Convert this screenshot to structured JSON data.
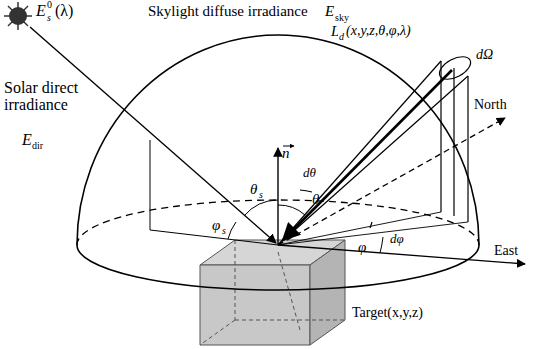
{
  "diagram": {
    "labels": [
      "E",
      "0",
      "s",
      "(λ)",
      "Skylight diffuse irradiance",
      "E",
      "sky",
      "Solar direct irradiance",
      "E",
      "dir",
      "L",
      "d",
      "(x,y,z,θ,φ,λ)",
      "dΩ",
      "North",
      "n",
      "dθ",
      "θ",
      "θ",
      "s",
      "φ",
      "s",
      "dφ",
      "φ",
      "East",
      "Target(x,y,z)"
    ]
  }
}
